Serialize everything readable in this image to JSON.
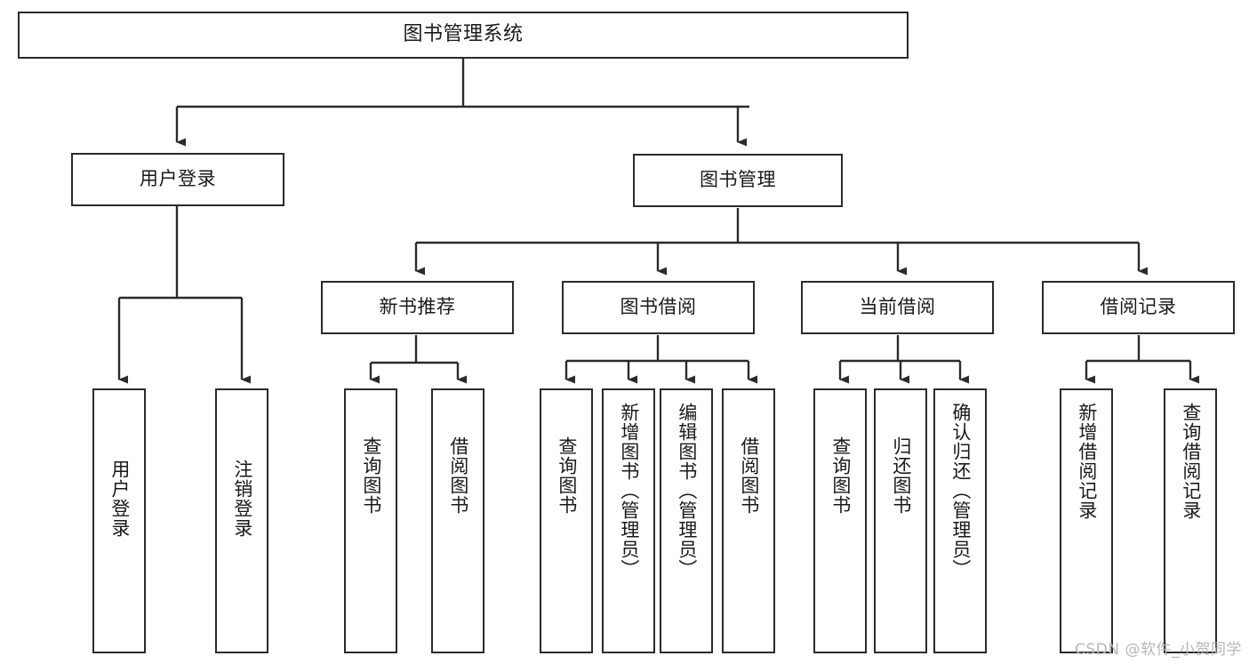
{
  "diagram": {
    "type": "tree",
    "title": "图书管理系统",
    "root": {
      "label": "图书管理系统"
    },
    "level2": [
      {
        "label": "用户登录"
      },
      {
        "label": "图书管理"
      }
    ],
    "level3": [
      {
        "label": "新书推荐"
      },
      {
        "label": "图书借阅"
      },
      {
        "label": "当前借阅"
      },
      {
        "label": "借阅记录"
      }
    ],
    "leaves": {
      "user_login": [
        {
          "label": "用户登录"
        },
        {
          "label": "注销登录"
        }
      ],
      "new_book_recommend": [
        {
          "label": "查询图书"
        },
        {
          "label": "借阅图书"
        }
      ],
      "book_borrow": [
        {
          "label": "查询图书"
        },
        {
          "label": "新增图书（管理员）"
        },
        {
          "label": "编辑图书（管理员）"
        },
        {
          "label": "借阅图书"
        }
      ],
      "current_borrow": [
        {
          "label": "查询图书"
        },
        {
          "label": "归还图书"
        },
        {
          "label": "确认归还（管理员）"
        }
      ],
      "borrow_record": [
        {
          "label": "新增借阅记录"
        },
        {
          "label": "查询借阅记录"
        }
      ]
    }
  },
  "watermark": {
    "text": "CSDN @软件_小贺同学"
  },
  "colors": {
    "border": "#2b2b2b",
    "text": "#1a1a1a",
    "background": "#ffffff",
    "watermark": "#b7b7b7"
  }
}
